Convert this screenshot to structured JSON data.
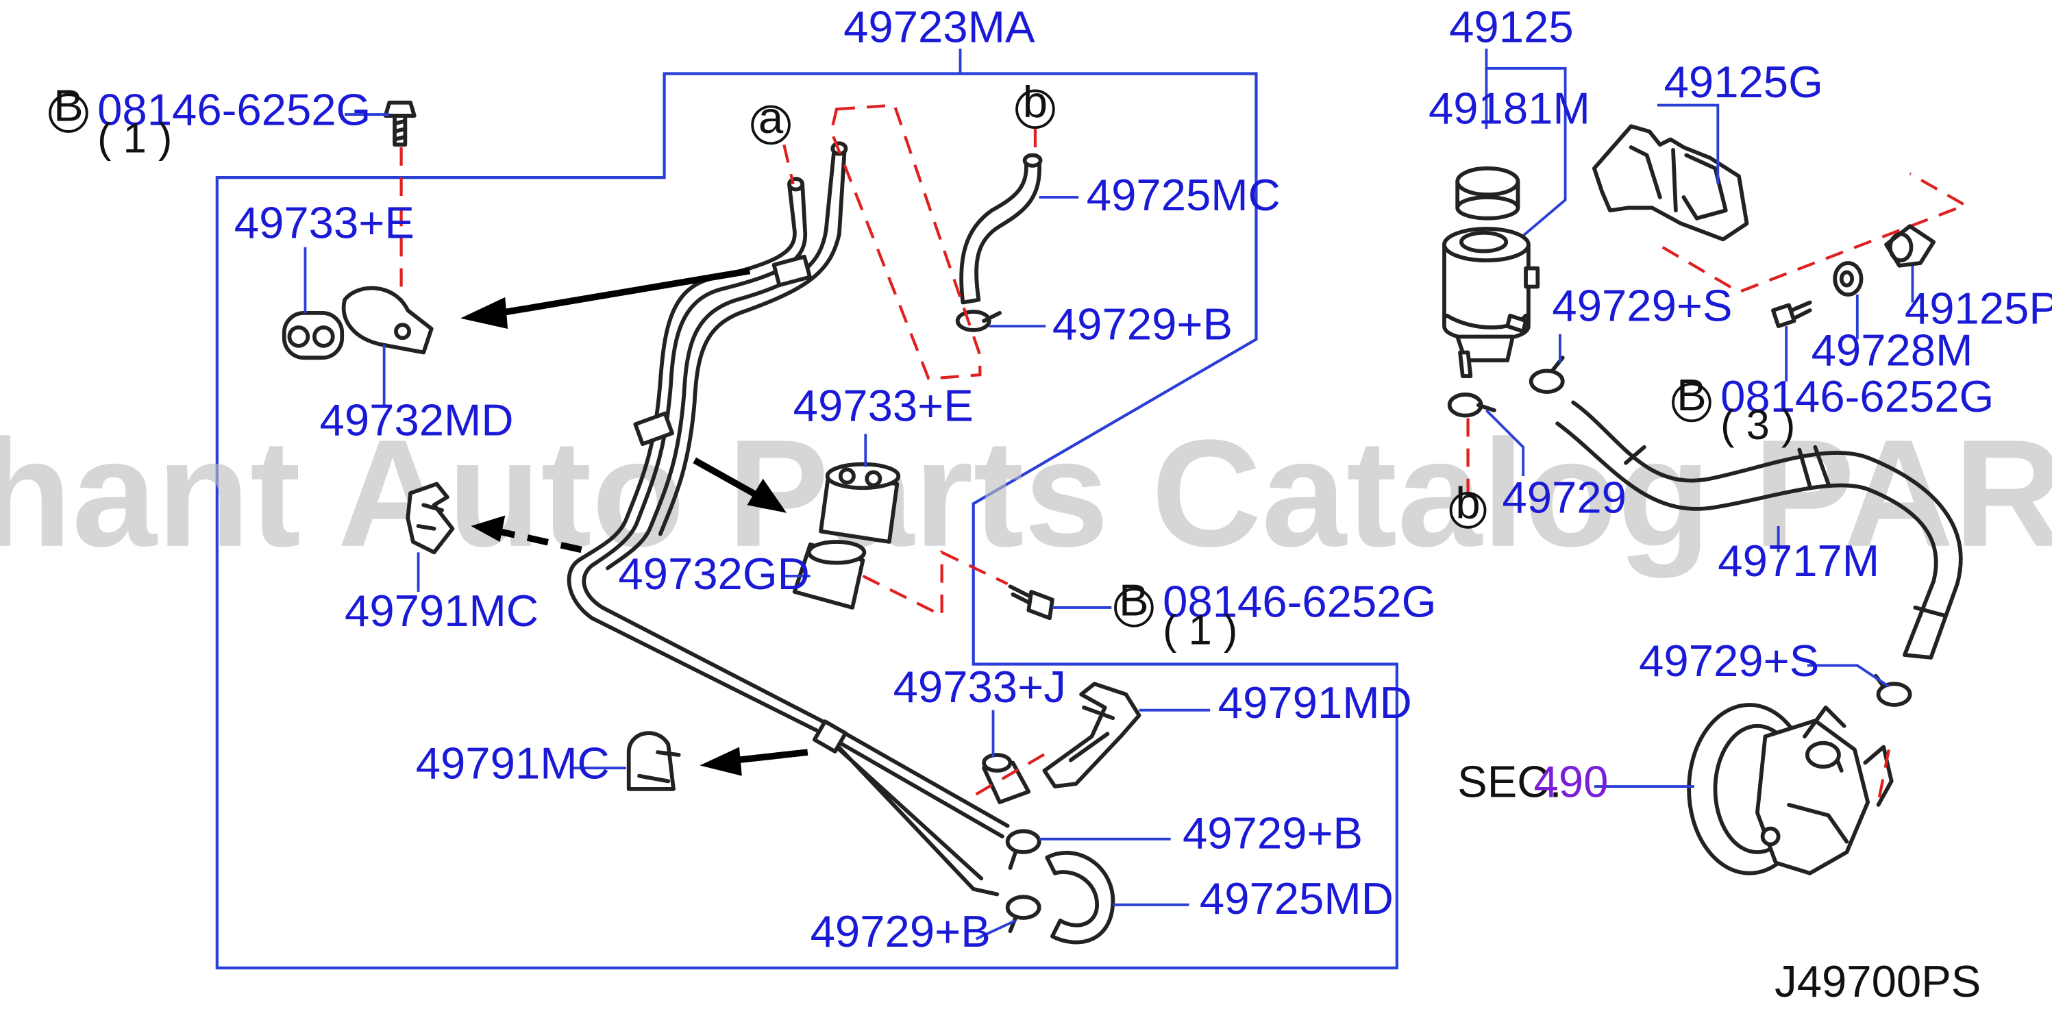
{
  "watermark": "Offers Merchant Auto Parts Catalog PARTSTORE.SA",
  "diagram_id": "J49700PS",
  "colors": {
    "part_number": "#1a1ad6",
    "leader": "#2a3fd6",
    "dashed": "#e02020",
    "section_ref": "#7a1fd6"
  },
  "ref_letters": {
    "a": "a",
    "b": "b",
    "B": "B"
  },
  "labels": {
    "tube_assembly": "49723MA",
    "bolt_top_left": "08146-6252G",
    "bolt_top_left_qty": "( 1 )",
    "insulator_top": "49733+E",
    "clamp_top": "49732MD",
    "hose_top": "49725MC",
    "hose_clamp_top": "49729+B",
    "insulator_mid": "49733+E",
    "clip_left_mid": "49791MC",
    "clamp_mid": "49732GD",
    "bolt_mid": "08146-6252G",
    "bolt_mid_qty": "( 1 )",
    "insulator_low": "49733+J",
    "clip_right_low": "49791MD",
    "clip_left_low": "49791MC",
    "hose_clamp_low1": "49729+B",
    "hose_low": "49725MD",
    "hose_clamp_low2": "49729+B",
    "reservoir": "49125",
    "reservoir_cap": "49181M",
    "bracket": "49125G",
    "reservoir_clamp": "49729+S",
    "grommet": "49125P",
    "collar": "49728M",
    "bolt_right": "08146-6252G",
    "bolt_right_qty": "( 3 )",
    "hose_right": "49717M",
    "hose_clamp_right_low": "49729+S",
    "partial_label": "49729",
    "section_prefix": "SEC.",
    "section_number": "490"
  }
}
